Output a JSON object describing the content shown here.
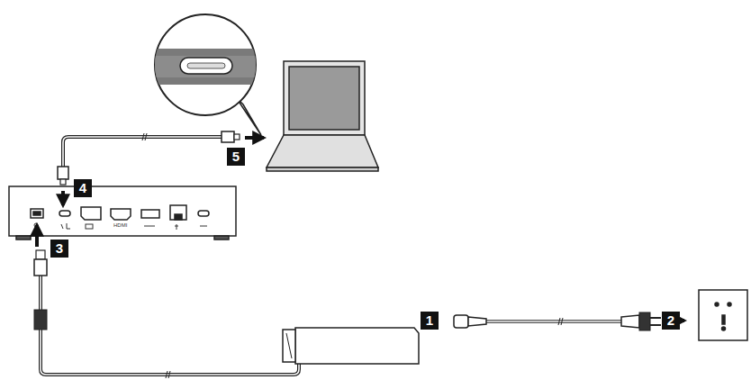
{
  "diagram": {
    "labels": [
      "1",
      "2",
      "3",
      "4",
      "5",
      "HDMI"
    ]
  }
}
